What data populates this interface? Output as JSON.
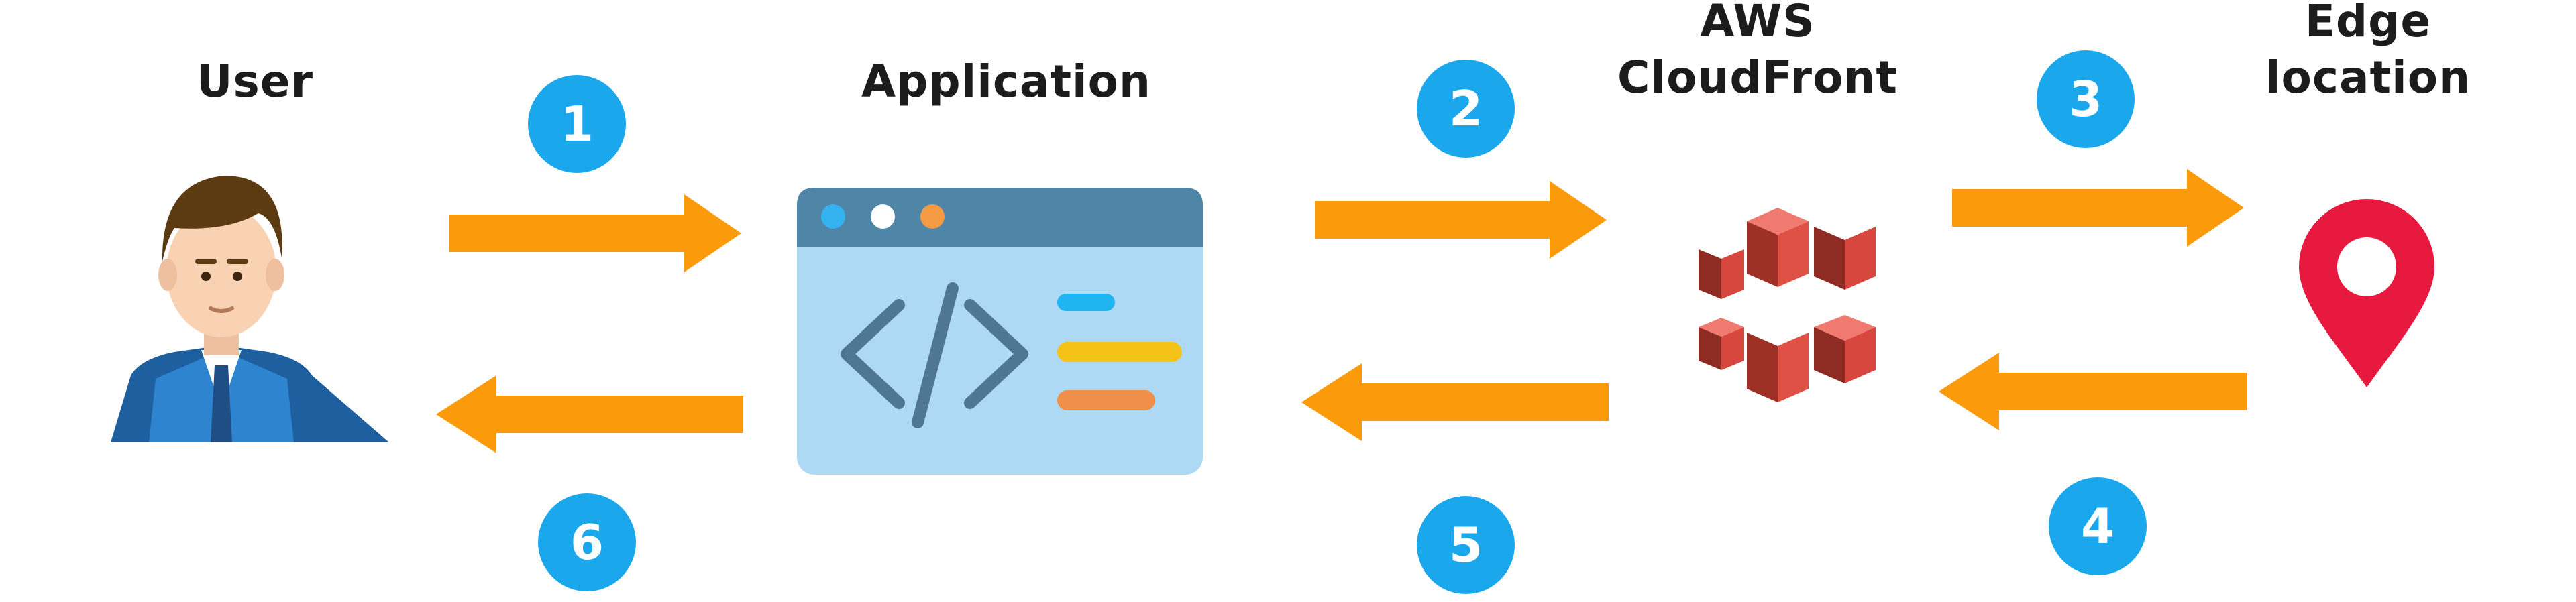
{
  "diagram": {
    "nodes": [
      {
        "id": "user",
        "label_lines": [
          "User"
        ],
        "icon": "user-icon"
      },
      {
        "id": "application",
        "label_lines": [
          "Application"
        ],
        "icon": "code-window-icon"
      },
      {
        "id": "cloudfront",
        "label_lines": [
          "AWS",
          "CloudFront"
        ],
        "icon": "cloudfront-icon"
      },
      {
        "id": "edge",
        "label_lines": [
          "Edge",
          "location"
        ],
        "icon": "map-pin-icon"
      }
    ],
    "steps": [
      "1",
      "2",
      "3",
      "4",
      "5",
      "6"
    ],
    "edges": [
      {
        "step": "1",
        "from": "user",
        "to": "application"
      },
      {
        "step": "2",
        "from": "application",
        "to": "cloudfront"
      },
      {
        "step": "3",
        "from": "cloudfront",
        "to": "edge"
      },
      {
        "step": "4",
        "from": "edge",
        "to": "cloudfront"
      },
      {
        "step": "5",
        "from": "cloudfront",
        "to": "application"
      },
      {
        "step": "6",
        "from": "application",
        "to": "user"
      }
    ]
  },
  "colors": {
    "arrow": "#fb9b0b",
    "badge": "#1aa7ec",
    "badge_text": "#ffffff",
    "pin": "#e8193f",
    "cloudfront": "#d8473d",
    "window_bg": "#aed9f4",
    "window_header": "#4f86a8"
  }
}
